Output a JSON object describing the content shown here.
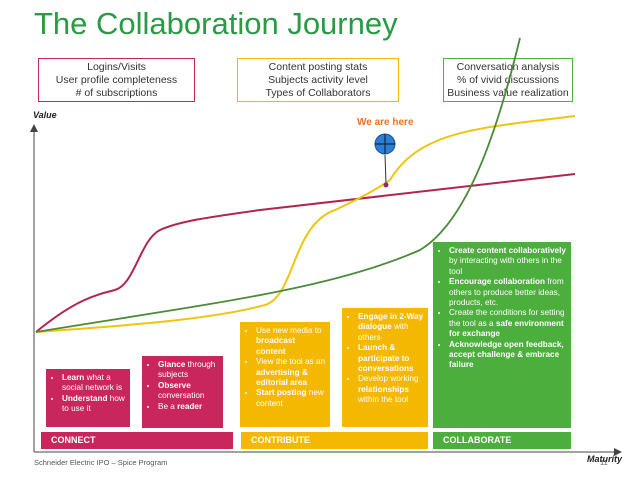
{
  "title": "The Collaboration Journey",
  "colors": {
    "title": "#2a9a45",
    "connect": "#c8265c",
    "contribute": "#f5b800",
    "collaborate": "#4cae3c",
    "here": "#e8721f",
    "marker": "#2a7fd4"
  },
  "top_boxes": [
    {
      "lines": [
        "Logins/Visits",
        "User profile completeness",
        "# of subscriptions"
      ]
    },
    {
      "lines": [
        "Content posting stats",
        "Subjects activity level",
        "Types of Collaborators"
      ]
    },
    {
      "lines": [
        "Conversation analysis",
        "% of vivid discussions",
        "Business value realization"
      ]
    }
  ],
  "axes": {
    "y_label": "Value",
    "x_label": "Maturity"
  },
  "marker": {
    "label": "We are here",
    "icon": "crosshair-icon"
  },
  "cards": {
    "connect_a": [
      [
        {
          "b": "Learn"
        },
        {
          "t": " what a social network is"
        }
      ],
      [
        {
          "b": "Understand"
        },
        {
          "t": " how to use it"
        }
      ]
    ],
    "connect_b": [
      [
        {
          "b": "Glance"
        },
        {
          "t": " through subjects"
        }
      ],
      [
        {
          "b": "Observe"
        },
        {
          "t": " conversation"
        }
      ],
      [
        {
          "t": "Be a "
        },
        {
          "b": "reader"
        }
      ]
    ],
    "contribute_a": [
      [
        {
          "t": "Use new media to "
        },
        {
          "b": "broadcast content"
        }
      ],
      [
        {
          "t": "View the tool as an "
        },
        {
          "b": "advertising & editorial area"
        }
      ],
      [
        {
          "b": "Start posting"
        },
        {
          "t": " new content"
        }
      ]
    ],
    "contribute_b": [
      [
        {
          "b": "Engage in 2-Way dialogue"
        },
        {
          "t": " with others"
        }
      ],
      [
        {
          "b": "Launch & participate to conversations"
        }
      ],
      [
        {
          "t": "Develop working "
        },
        {
          "b": "relationships"
        },
        {
          "t": " within the tool"
        }
      ]
    ],
    "collaborate": [
      [
        {
          "b": "Create content collaboratively"
        },
        {
          "t": " by interacting with others in the tool"
        }
      ],
      [
        {
          "b": "Encourage collaboration"
        },
        {
          "t": " from others to produce better ideas, products, etc."
        }
      ],
      [
        {
          "t": "Create the conditions for setting the tool as a "
        },
        {
          "b": "safe environment for exchange"
        }
      ],
      [
        {
          "b": "Acknowledge open feedback, accept challenge & embrace failure"
        }
      ]
    ]
  },
  "bands": {
    "connect": "CONNECT",
    "contribute": "CONTRIBUTE",
    "collaborate": "COLLABORATE"
  },
  "footer": "Schneider Electric IPO – Spice Program",
  "page_number": "11"
}
